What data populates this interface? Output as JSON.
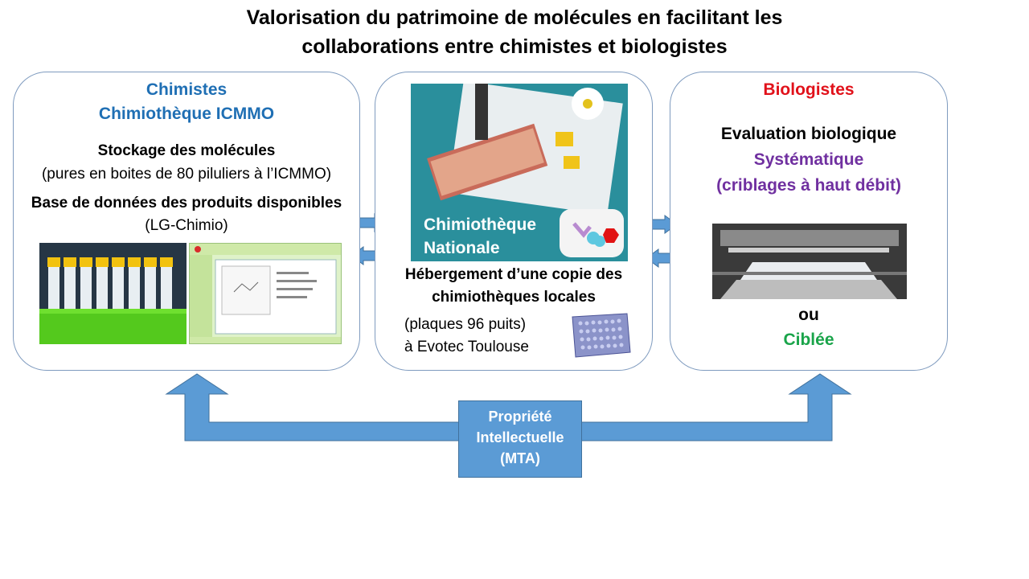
{
  "title": {
    "line1": "Valorisation du patrimoine de molécules en facilitant les",
    "line2": "collaborations entre chimistes et biologistes"
  },
  "left_box": {
    "heading1": "Chimistes",
    "heading2": "Chimiothèque ICMMO",
    "storage_title": "Stockage des molécules",
    "storage_detail": "(pures en boites de 80 piluliers à l’ICMMO)",
    "db_title": "Base de données des produits disponibles",
    "db_detail": "(LG-Chimio)"
  },
  "center_box": {
    "banner_line1": "Chimiothèque",
    "banner_line2": "Nationale",
    "hosting_line1": "Hébergement d’une copie des",
    "hosting_line2": "chimiothèques locales",
    "plates": "(plaques 96 puits)",
    "location": "à Evotec Toulouse"
  },
  "right_box": {
    "heading": "Biologistes",
    "eval": "Evaluation biologique",
    "systematic": "Systématique",
    "screening": "(criblages à haut débit)",
    "or": "ou",
    "targeted": "Ciblée"
  },
  "bottom": {
    "line1": "Propriété",
    "line2": "Intellectuelle",
    "line3": "(MTA)"
  },
  "colors": {
    "box_border": "#7f9bbf",
    "arrow_fill": "#5b9bd5",
    "heading_blue": "#1f6fb4",
    "heading_red": "#e1111a",
    "purple": "#7030a0",
    "green": "#1aa44a"
  }
}
